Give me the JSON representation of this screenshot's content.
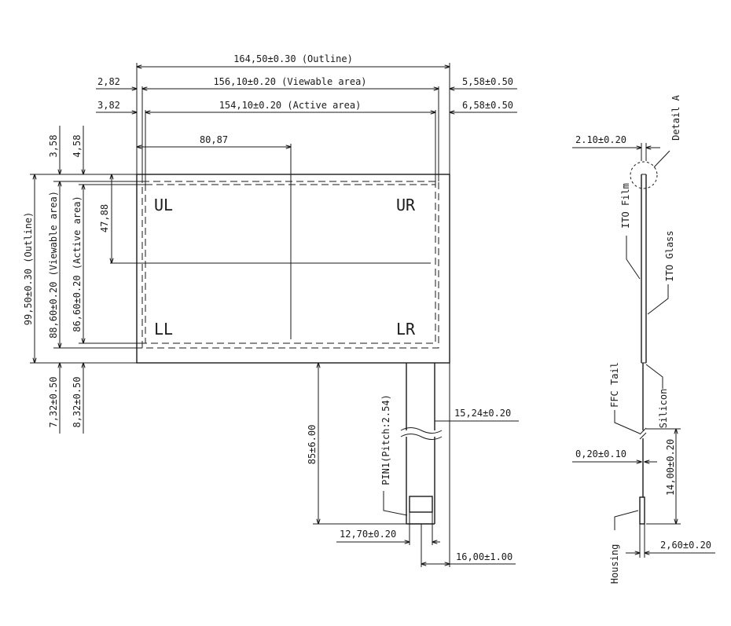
{
  "front_view": {
    "outline_width": "164,50±0.30 (Outline)",
    "viewable_width": "156,10±0.20 (Viewable area)",
    "active_width": "154,10±0.20 (Active area)",
    "left_view_gap": "2,82",
    "left_active_gap": "3,82",
    "right_view_gap": "5,58±0.50",
    "right_active_gap": "6,58±0.50",
    "center_x": "80,87",
    "top_view_gap": "3,58",
    "top_active_gap": "4,58",
    "center_y": "47,88",
    "outline_height": "99,50±0.30 (Outline)",
    "viewable_height": "88,60±0.20 (Viewable area)",
    "active_height": "86,60±0.20 (Active area)",
    "bottom_view_gap": "7,32±0.50",
    "bottom_active_gap": "8,32±0.50",
    "corner_ul": "UL",
    "corner_ur": "UR",
    "corner_ll": "LL",
    "corner_lr": "LR"
  },
  "tail": {
    "tail_length": "85±6.00",
    "pin1_label": "PIN1(Pitch:2.54)",
    "tail_offset": "15,24±0.20",
    "connector_width": "12,70±0.20",
    "tail_width": "16,00±1.00"
  },
  "side_view": {
    "thickness_top": "2.10±0.20",
    "detail_label": "Detail A",
    "ito_film": "ITO Film",
    "ito_glass": "ITO Glass",
    "ffc_tail": "FFC Tail",
    "silicon": "Silicon",
    "ffc_thickness": "0,20±0.10",
    "ffc_length": "14,00±0.20",
    "housing": "Housing",
    "housing_thickness": "2,60±0.20"
  }
}
